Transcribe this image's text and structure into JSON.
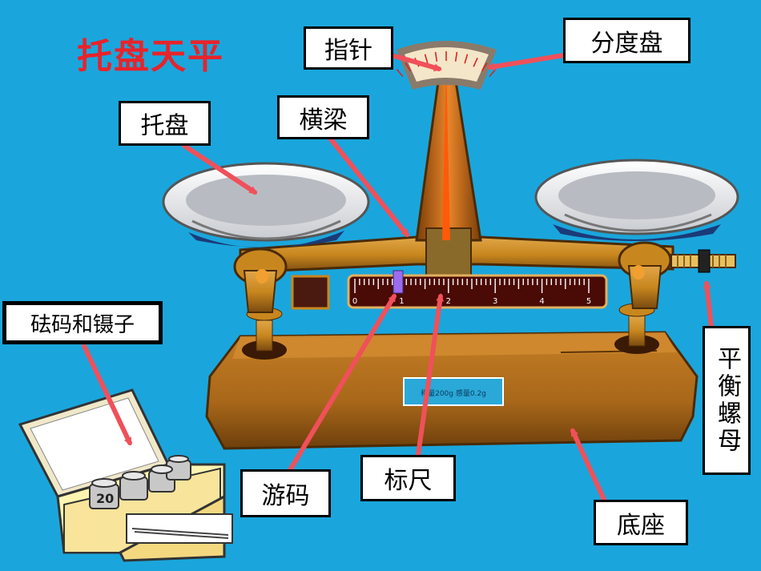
{
  "title": "托盘天平",
  "labels": {
    "pointer": "指针",
    "dial": "分度盘",
    "pan": "托盘",
    "beam": "横梁",
    "weights_tweezers": "砝码和镊子",
    "balance_nut": "平衡螺母",
    "rider": "游码",
    "scale": "标尺",
    "base": "底座"
  },
  "scale_ticks": [
    "0",
    "1",
    "2",
    "3",
    "4",
    "5"
  ],
  "weight_label": "20",
  "colors": {
    "background": "#1aa6dc",
    "title": "#e8232a",
    "arrow": "#f0505a",
    "brass": "#c8871e",
    "base": "#a8671a",
    "rider": "#9a6cf0"
  }
}
